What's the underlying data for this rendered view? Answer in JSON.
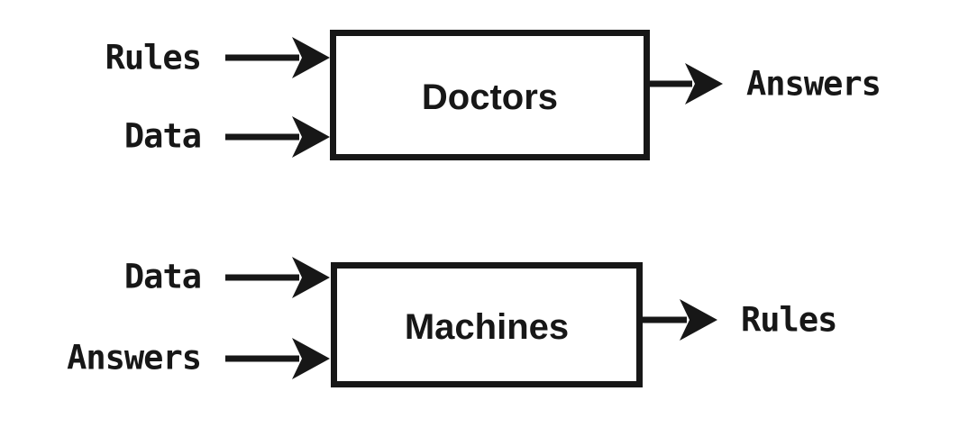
{
  "colors": {
    "ink": "#171717",
    "background": "#ffffff"
  },
  "diagrams": [
    {
      "inputs": [
        "Rules",
        "Data"
      ],
      "process": "Doctors",
      "output": "Answers"
    },
    {
      "inputs": [
        "Data",
        "Answers"
      ],
      "process": "Machines",
      "output": "Rules"
    }
  ]
}
